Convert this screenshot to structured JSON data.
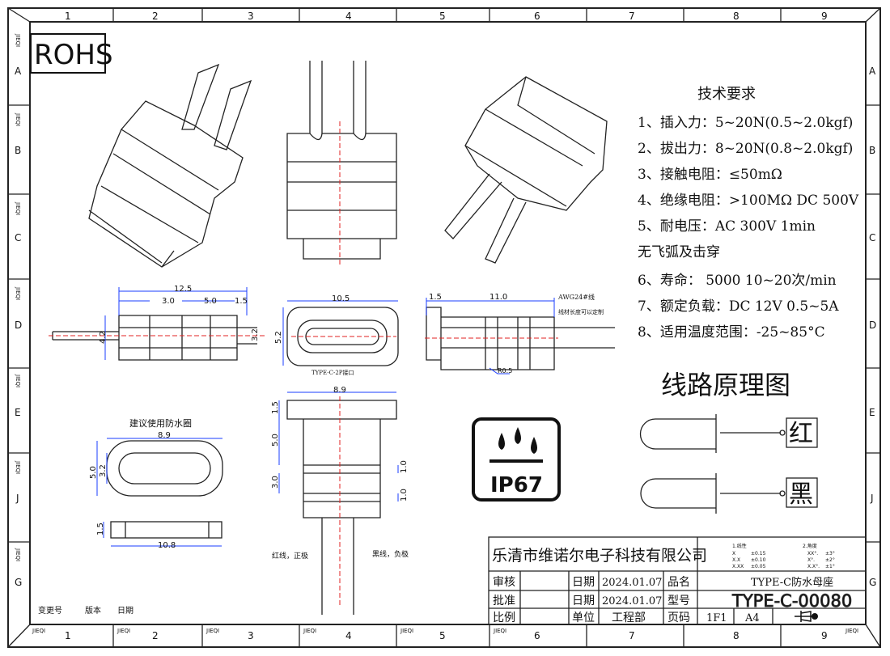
{
  "logo": "ROHS",
  "grid": {
    "columns": [
      "1",
      "2",
      "3",
      "4",
      "5",
      "6",
      "7",
      "8",
      "9"
    ],
    "rows": [
      "A",
      "B",
      "C",
      "D",
      "E",
      "J",
      "G"
    ],
    "zone_tag": "JIEQI"
  },
  "tech": {
    "title": "技术要求",
    "items": [
      "1、插入力：5~20N(0.5~2.0kgf)",
      "2、拔出力：8~20N(0.8~2.0kgf)",
      "3、接触电阻：≤50mΩ",
      "4、绝缘电阻：>100MΩ  DC  500V",
      "5、耐电压：AC  300V  1min",
      "无飞弧及击穿",
      "6、寿命： 5000 10~20次/min",
      "7、额定负载：DC  12V  0.5~5A",
      "8、适用温度范围：-25~85°C"
    ]
  },
  "circuit": {
    "title": "线路原理图",
    "red": "红",
    "black": "黑"
  },
  "ip_badge": "IP67",
  "dims": {
    "side_total": "12.5",
    "side_a": "3.0",
    "side_b": "5.0",
    "side_c": "1.5",
    "side_h": "4.2",
    "side_h2": "3.2",
    "front_w": "10.5",
    "front_h": "5.2",
    "front_note": "TYPE-C-2P接口",
    "right_a": "1.5",
    "right_b": "11.0",
    "wire": "AWG24#线",
    "wire_note": "线材长度可以定制",
    "radius": "R0.5",
    "top_w": "8.9",
    "top_a": "1.5",
    "top_b": "5.0",
    "top_c": "3.0",
    "top_d": "1.0",
    "top_e": "1.0",
    "red_wire": "红线，正极",
    "black_wire": "黑线，负极",
    "ring_title": "建议使用防水圈",
    "ring_w": "8.9",
    "ring_h": "5.0",
    "ring_h2": "3.2",
    "ring_side_h": "1.5",
    "ring_side_w": "10.8"
  },
  "revision": {
    "change": "变更号",
    "version": "版本",
    "date": "日期"
  },
  "title_block": {
    "company": "乐清市维诺尔电子科技有限公司",
    "tol_linear": "1.线性",
    "tol_angle": "2.角度",
    "tol_rows": [
      [
        "X",
        "±0.15",
        "XX°.",
        "±3°"
      ],
      [
        "X.X",
        "±0.10",
        "X°.",
        "±2°"
      ],
      [
        "X.XX",
        "±0.05",
        "X.X°.",
        "±1°"
      ]
    ],
    "review": "审核",
    "approve": "批准",
    "scale": "比例",
    "date_label": "日期",
    "date1": "2024.01.07",
    "date2": "2024.01.07",
    "unit_label": "单位",
    "unit": "工程部",
    "name_label": "品名",
    "name": "TYPE-C防水母座",
    "model_label": "型号",
    "model": "TYPE-C-00080",
    "page_label": "页码",
    "page": "1F1",
    "paper": "A4"
  }
}
